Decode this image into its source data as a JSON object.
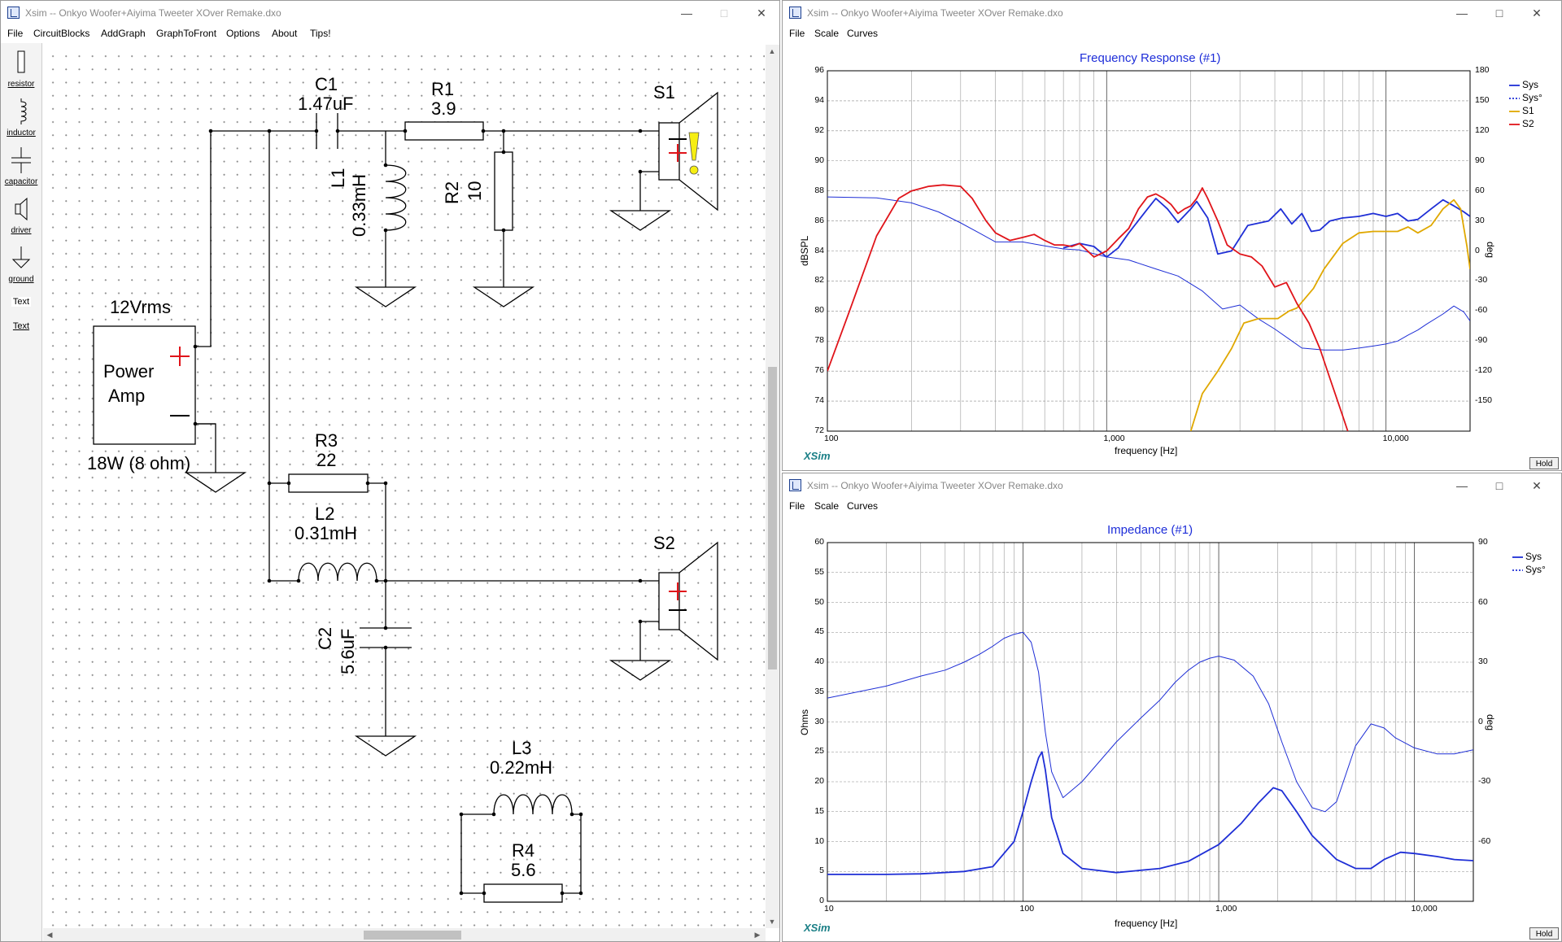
{
  "app_title": "Xsim -- Onkyo Woofer+Aiyima Tweeter XOver Remake.dxo",
  "main_menu": [
    "File",
    "CircuitBlocks",
    "AddGraph",
    "GraphToFront",
    "Options",
    "About",
    "Tips!"
  ],
  "graph_menu": [
    "File",
    "Scale",
    "Curves"
  ],
  "palette": [
    {
      "label": "resistor",
      "icon": "resistor-icon"
    },
    {
      "label": "inductor",
      "icon": "inductor-icon"
    },
    {
      "label": "capacitor",
      "icon": "capacitor-icon"
    },
    {
      "label": "driver",
      "icon": "driver-icon"
    },
    {
      "label": "ground",
      "icon": "ground-icon"
    },
    {
      "label": "Text",
      "icon": "text-icon"
    },
    {
      "label": "Text",
      "icon": "text-link"
    }
  ],
  "circuit": {
    "C1": {
      "name": "C1",
      "value": "1.47uF"
    },
    "R1": {
      "name": "R1",
      "value": "3.9"
    },
    "S1": {
      "name": "S1"
    },
    "L1": {
      "name": "L1",
      "value": "0.33mH"
    },
    "R2": {
      "name": "R2",
      "value": "10"
    },
    "amp": {
      "voltage": "12Vrms",
      "line1": "Power",
      "line2": "Amp",
      "rating": "18W (8 ohm)"
    },
    "R3": {
      "name": "R3",
      "value": "22"
    },
    "L2": {
      "name": "L2",
      "value": "0.31mH"
    },
    "S2": {
      "name": "S2"
    },
    "C2": {
      "name": "C2",
      "value": "5.6uF"
    },
    "L3": {
      "name": "L3",
      "value": "0.22mH"
    },
    "R4": {
      "name": "R4",
      "value": "5.6"
    }
  },
  "fr_graph": {
    "title": "Frequency Response (#1)",
    "xlabel": "frequency [Hz]",
    "ylabel": "dBSPL",
    "y2label": "deg",
    "xticks": [
      "100",
      "1,000",
      "10,000"
    ],
    "yticks": [
      "96",
      "94",
      "92",
      "90",
      "88",
      "86",
      "84",
      "82",
      "80",
      "78",
      "76",
      "74",
      "72"
    ],
    "y2ticks": [
      "180",
      "150",
      "120",
      "90",
      "60",
      "30",
      "0",
      "-30",
      "-60",
      "-90",
      "-120",
      "-150"
    ],
    "logo": "XSim",
    "hold": "Hold",
    "legend": [
      {
        "name": "Sys",
        "color": "#1f2fd6",
        "dash": false
      },
      {
        "name": "Sys°",
        "color": "#1f2fd6",
        "dash": true
      },
      {
        "name": "S1",
        "color": "#e0a800",
        "dash": false
      },
      {
        "name": "S2",
        "color": "#e0141a",
        "dash": false
      }
    ]
  },
  "imp_graph": {
    "title": "Impedance (#1)",
    "xlabel": "frequency [Hz]",
    "ylabel": "Ohms",
    "y2label": "deg",
    "xticks": [
      "10",
      "100",
      "1,000",
      "10,000"
    ],
    "yticks": [
      "60",
      "55",
      "50",
      "45",
      "40",
      "35",
      "30",
      "25",
      "20",
      "15",
      "10",
      "5",
      "0"
    ],
    "y2ticks": [
      "90",
      "60",
      "30",
      "0",
      "-30",
      "-60"
    ],
    "logo": "XSim",
    "hold": "Hold",
    "legend": [
      {
        "name": "Sys",
        "color": "#1f2fd6",
        "dash": false
      },
      {
        "name": "Sys°",
        "color": "#1f2fd6",
        "dash": true
      }
    ]
  },
  "chart_data": [
    {
      "type": "line",
      "title": "Frequency Response (#1)",
      "xlabel": "frequency [Hz]",
      "ylabel": "dBSPL",
      "y2label": "deg",
      "xscale": "log",
      "xlim": [
        100,
        20000
      ],
      "ylim": [
        72,
        96
      ],
      "y2lim": [
        -180,
        180
      ],
      "grid": true,
      "legend_position": "right",
      "series": [
        {
          "name": "Sys",
          "color": "#1f2fd6",
          "axis": "left",
          "x": [
            700,
            800,
            900,
            1000,
            1100,
            1200,
            1400,
            1500,
            1650,
            1800,
            2000,
            2100,
            2300,
            2500,
            2800,
            3200,
            3800,
            4200,
            4600,
            5000,
            5400,
            5800,
            6300,
            7000,
            8000,
            9000,
            10000,
            11000,
            12000,
            13000,
            14500,
            16000,
            17500,
            19000,
            20000
          ],
          "y": [
            84.2,
            84.5,
            84.3,
            83.6,
            84.2,
            85.2,
            86.8,
            87.5,
            86.8,
            85.9,
            86.8,
            87.3,
            86.2,
            83.8,
            84.0,
            85.7,
            86.0,
            86.8,
            85.8,
            86.5,
            85.3,
            85.4,
            86.0,
            86.2,
            86.3,
            86.5,
            86.3,
            86.5,
            86.0,
            86.1,
            86.8,
            87.4,
            87.0,
            86.6,
            86.3
          ]
        },
        {
          "name": "Sys°",
          "color": "#1f2fd6",
          "axis": "right",
          "x": [
            100,
            150,
            200,
            250,
            300,
            350,
            400,
            500,
            600,
            700,
            800,
            1000,
            1200,
            1500,
            1800,
            2200,
            2600,
            3000,
            3500,
            4000,
            4500,
            5000,
            6000,
            7000,
            8000,
            9000,
            10000,
            11000,
            12000,
            13000,
            14000,
            16000,
            17500,
            19000,
            20000
          ],
          "y": [
            54,
            53,
            48,
            39,
            28,
            18,
            9,
            9,
            5,
            2,
            1,
            -6,
            -9,
            -18,
            -25,
            -40,
            -58,
            -54,
            -68,
            -78,
            -88,
            -97,
            -99,
            -99,
            -97,
            -95,
            -93,
            -90,
            -84,
            -79,
            -73,
            -63,
            -55,
            -61,
            -70
          ]
        },
        {
          "name": "S1",
          "color": "#e0a800",
          "axis": "left",
          "x": [
            2000,
            2200,
            2500,
            2800,
            3100,
            3500,
            3800,
            4100,
            4500,
            4800,
            5500,
            6000,
            7000,
            8000,
            9000,
            10000,
            11000,
            12000,
            13000,
            14500,
            16000,
            17500,
            18500,
            19500,
            20000
          ],
          "y": [
            72,
            74.5,
            76,
            77.5,
            79.2,
            79.5,
            79.5,
            79.5,
            80,
            80.2,
            81.5,
            82.8,
            84.5,
            85.2,
            85.3,
            85.3,
            85.3,
            85.6,
            85.2,
            85.7,
            86.8,
            87.4,
            86.8,
            84.3,
            82.8
          ]
        },
        {
          "name": "S2",
          "color": "#e0141a",
          "axis": "left",
          "x": [
            100,
            120,
            150,
            180,
            200,
            230,
            260,
            300,
            330,
            370,
            400,
            450,
            500,
            550,
            600,
            650,
            700,
            750,
            800,
            900,
            1000,
            1100,
            1200,
            1300,
            1400,
            1500,
            1600,
            1700,
            1800,
            1900,
            2000,
            2100,
            2200,
            2300,
            2500,
            2700,
            3000,
            3300,
            3600,
            4000,
            4400,
            4800,
            5300,
            5800,
            6300,
            7000,
            7300
          ],
          "y": [
            76,
            80,
            85,
            87.5,
            88,
            88.3,
            88.4,
            88.3,
            87.5,
            86,
            85.2,
            84.7,
            84.9,
            85.1,
            84.7,
            84.4,
            84.4,
            84.3,
            84.5,
            83.6,
            84,
            84.8,
            85.5,
            86.8,
            87.6,
            87.8,
            87.5,
            87.1,
            86.5,
            86.8,
            87,
            87.5,
            88.2,
            87.5,
            86,
            84.4,
            83.8,
            83.6,
            83.0,
            81.6,
            81.9,
            80.5,
            79.2,
            77.5,
            75.5,
            73,
            72
          ]
        }
      ]
    },
    {
      "type": "line",
      "title": "Impedance (#1)",
      "xlabel": "frequency [Hz]",
      "ylabel": "Ohms",
      "y2label": "deg",
      "xscale": "log",
      "xlim": [
        10,
        20000
      ],
      "ylim": [
        0,
        60
      ],
      "y2lim": [
        -90,
        90
      ],
      "grid": true,
      "legend_position": "right",
      "series": [
        {
          "name": "Sys",
          "color": "#1f2fd6",
          "axis": "left",
          "x": [
            10,
            20,
            30,
            50,
            70,
            90,
            100,
            110,
            120,
            125,
            130,
            140,
            160,
            200,
            300,
            500,
            700,
            1000,
            1300,
            1600,
            1900,
            2100,
            2500,
            3000,
            4000,
            5000,
            6000,
            7000,
            8500,
            10000,
            13000,
            16000,
            20000
          ],
          "y": [
            4.5,
            4.5,
            4.6,
            5,
            5.8,
            10,
            15,
            20,
            24,
            25,
            22,
            14,
            8,
            5.5,
            4.8,
            5.5,
            6.7,
            9.5,
            13,
            16.5,
            19,
            18.5,
            15,
            11,
            7,
            5.5,
            5.5,
            7,
            8.2,
            8,
            7.5,
            7,
            6.8
          ]
        },
        {
          "name": "Sys°",
          "color": "#1f2fd6",
          "axis": "right",
          "x": [
            10,
            20,
            30,
            40,
            50,
            60,
            70,
            80,
            90,
            100,
            110,
            120,
            130,
            140,
            160,
            200,
            300,
            400,
            500,
            600,
            700,
            800,
            900,
            1000,
            1200,
            1500,
            1800,
            2100,
            2500,
            3000,
            3500,
            4000,
            5000,
            6000,
            7000,
            8000,
            10000,
            13000,
            16000,
            20000
          ],
          "y": [
            12,
            18,
            23,
            26,
            30,
            34,
            38,
            42,
            44,
            45,
            40,
            25,
            -5,
            -25,
            -38,
            -30,
            -10,
            2,
            11,
            20,
            26,
            30,
            32,
            33,
            31,
            23,
            9,
            -10,
            -30,
            -43,
            -45,
            -40,
            -12,
            -1,
            -3,
            -8,
            -13,
            -16,
            -16,
            -14
          ]
        }
      ]
    }
  ]
}
